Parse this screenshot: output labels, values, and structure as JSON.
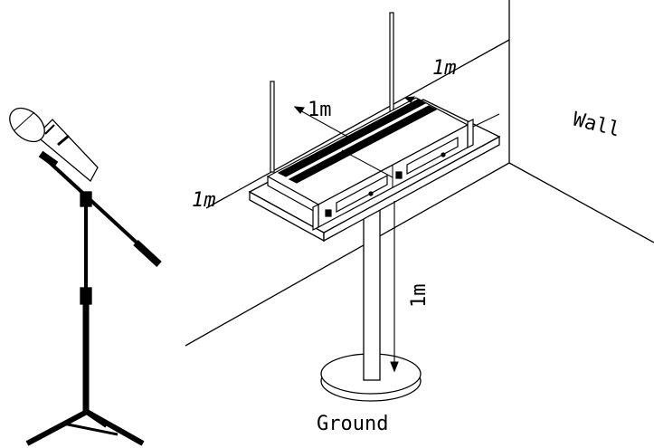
{
  "labels": {
    "dist_wall": "1m",
    "dist_back": "1m",
    "dist_left": "1m",
    "dist_ground": "1m",
    "wall": "Wall",
    "ground": "Ground"
  },
  "colors": {
    "line": "#000000",
    "background": "#ffffff",
    "mic_handle": "#ffffff"
  },
  "icons": {
    "microphone": "handheld-microphone-icon",
    "receiver": "rack-receiver-icon"
  }
}
